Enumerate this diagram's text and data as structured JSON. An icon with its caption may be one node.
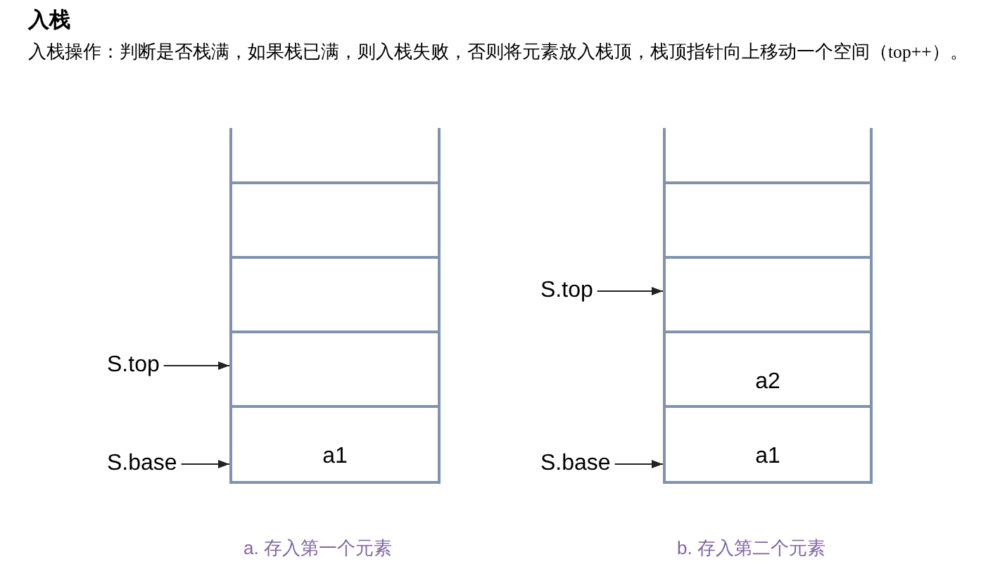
{
  "diagram": {
    "title": "入栈",
    "nodes": [
      {
        "text": [],
        "shape": "box"
      },
      {
        "text": [],
        "shape": "box"
      },
      {
        "text": [],
        "shape": "box"
      },
      {
        "text": [],
        "shape": "box"
      },
      {
        "text": [
          "a1"
        ]
      },
      {
        "text": [
          "S.top"
        ]
      },
      {
        "text": [
          "S.base"
        ]
      },
      {
        "text": [],
        "shape": "box"
      },
      {
        "text": [],
        "shape": "box"
      },
      {
        "text": [],
        "shape": "box"
      },
      {
        "text": [
          "a2"
        ]
      },
      {
        "text": [
          "a1"
        ]
      },
      {
        "text": [
          "S.top"
        ]
      },
      {
        "text": [
          "S.base"
        ]
      }
    ],
    "edges": [
      {
        "from": 5,
        "to": 3,
        "arrow": "to"
      },
      {
        "from": 6,
        "to": 4,
        "arrow": "to"
      },
      {
        "from": 12,
        "to": 9,
        "arrow": "to"
      },
      {
        "from": 13,
        "to": 11,
        "arrow": "to"
      }
    ],
    "labels": [
      "入栈操作：判断是否栈满，如果栈已满，则入栈失败，否则将元素放入栈顶，栈顶指针向上移动一个空间（top++）。",
      "a. 存入第一个元素",
      "b. 存入第二个元素"
    ]
  }
}
